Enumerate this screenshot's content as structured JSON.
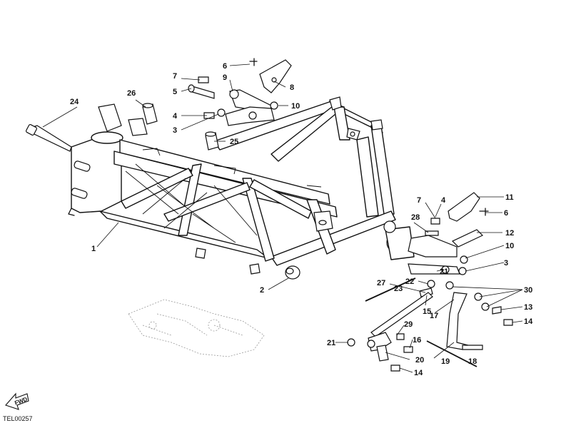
{
  "drawing_ref": "TEL00257",
  "fwd_label": "FWD",
  "callouts": [
    "1",
    "2",
    "3",
    "4",
    "5",
    "6",
    "7",
    "8",
    "9",
    "10",
    "11",
    "12",
    "13",
    "14",
    "15",
    "16",
    "17",
    "18",
    "19",
    "20",
    "21",
    "22",
    "23",
    "24",
    "25",
    "26",
    "27",
    "28",
    "29",
    "30"
  ],
  "labels": {
    "n1": "1",
    "n2": "2",
    "n3a": "3",
    "n3b": "3",
    "n4a": "4",
    "n4b": "4",
    "n5": "5",
    "n6a": "6",
    "n6b": "6",
    "n7a": "7",
    "n7b": "7",
    "n8": "8",
    "n9": "9",
    "n10a": "10",
    "n10b": "10",
    "n11": "11",
    "n12": "12",
    "n13": "13",
    "n14a": "14",
    "n14b": "14",
    "n15": "15",
    "n16": "16",
    "n17": "17",
    "n18": "18",
    "n19": "19",
    "n20": "20",
    "n21a": "21",
    "n21b": "21",
    "n22": "22",
    "n23": "23",
    "n24": "24",
    "n25": "25",
    "n26": "26",
    "n27": "27",
    "n28": "28",
    "n29": "29",
    "n30": "30"
  }
}
